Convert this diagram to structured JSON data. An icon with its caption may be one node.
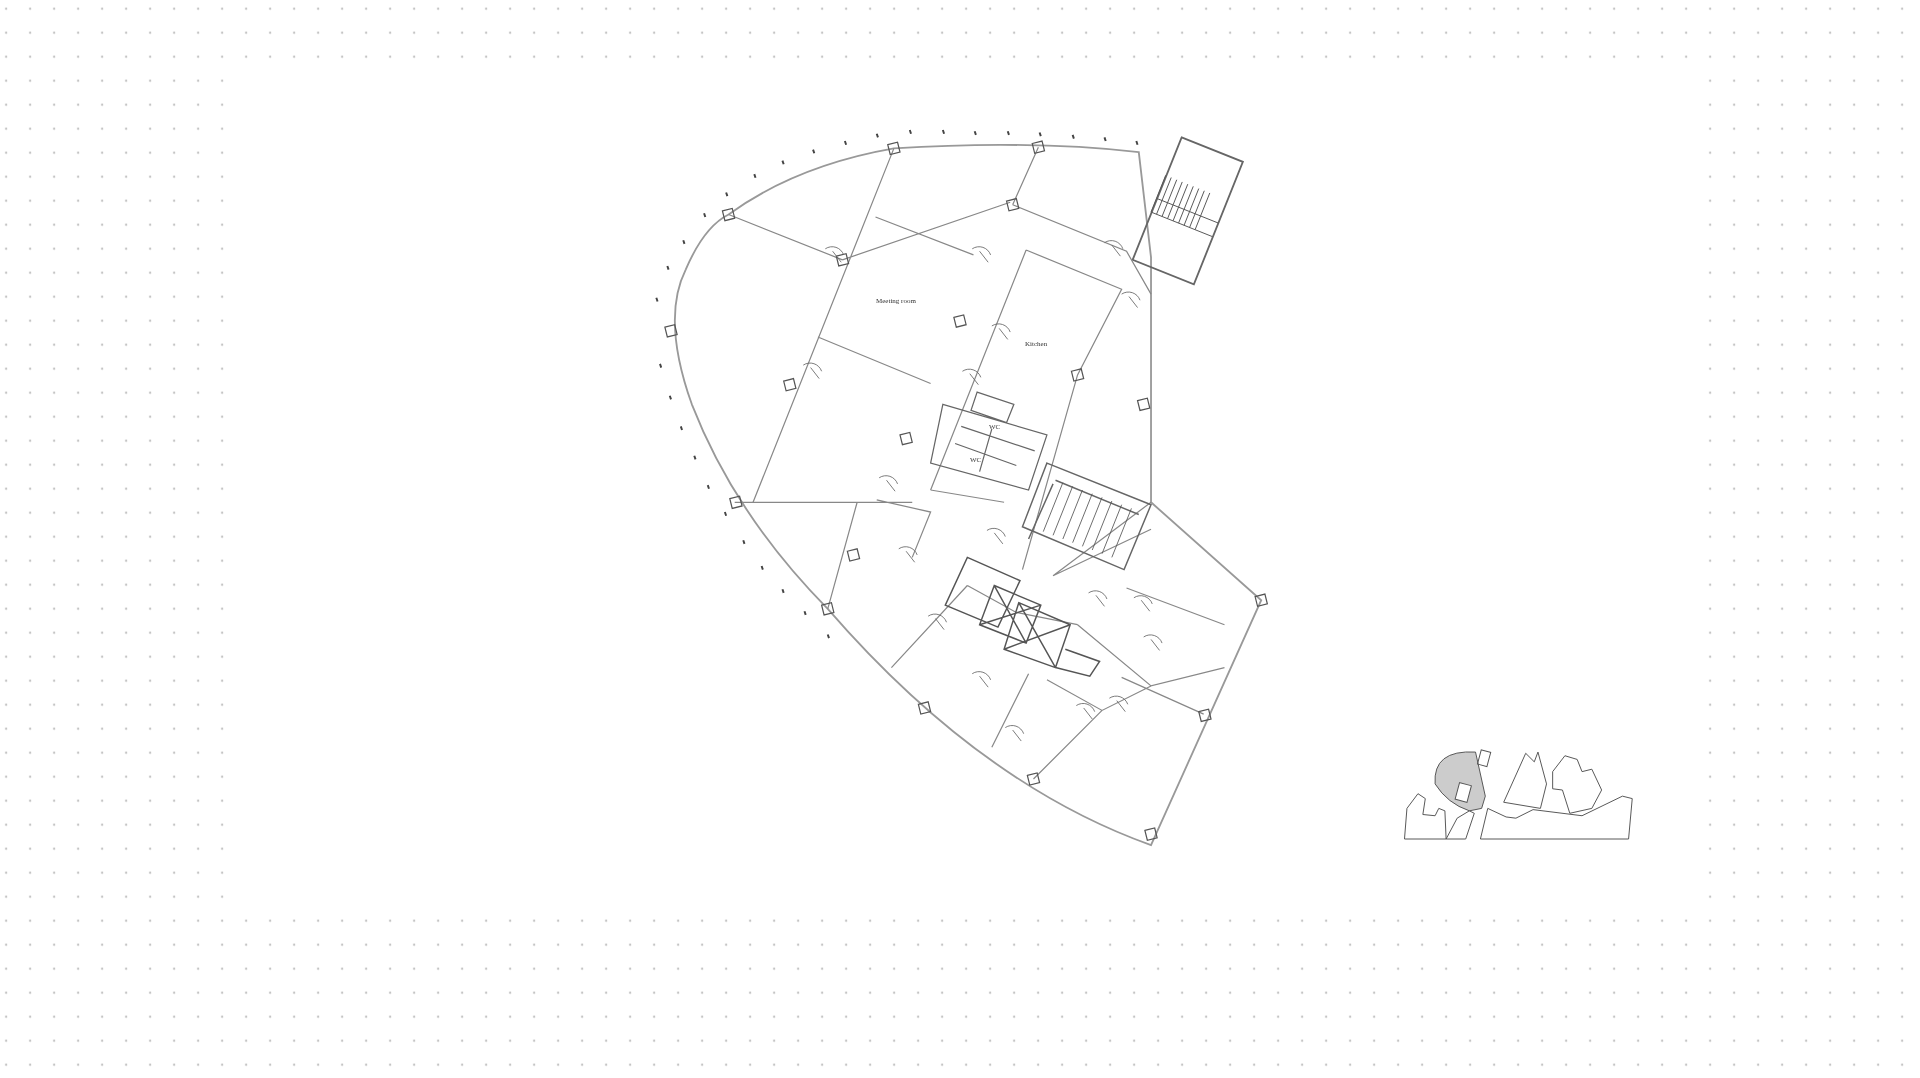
{
  "diagram": {
    "labels": [
      "Meeting room",
      "Kitchen",
      "WC",
      "WC"
    ]
  }
}
